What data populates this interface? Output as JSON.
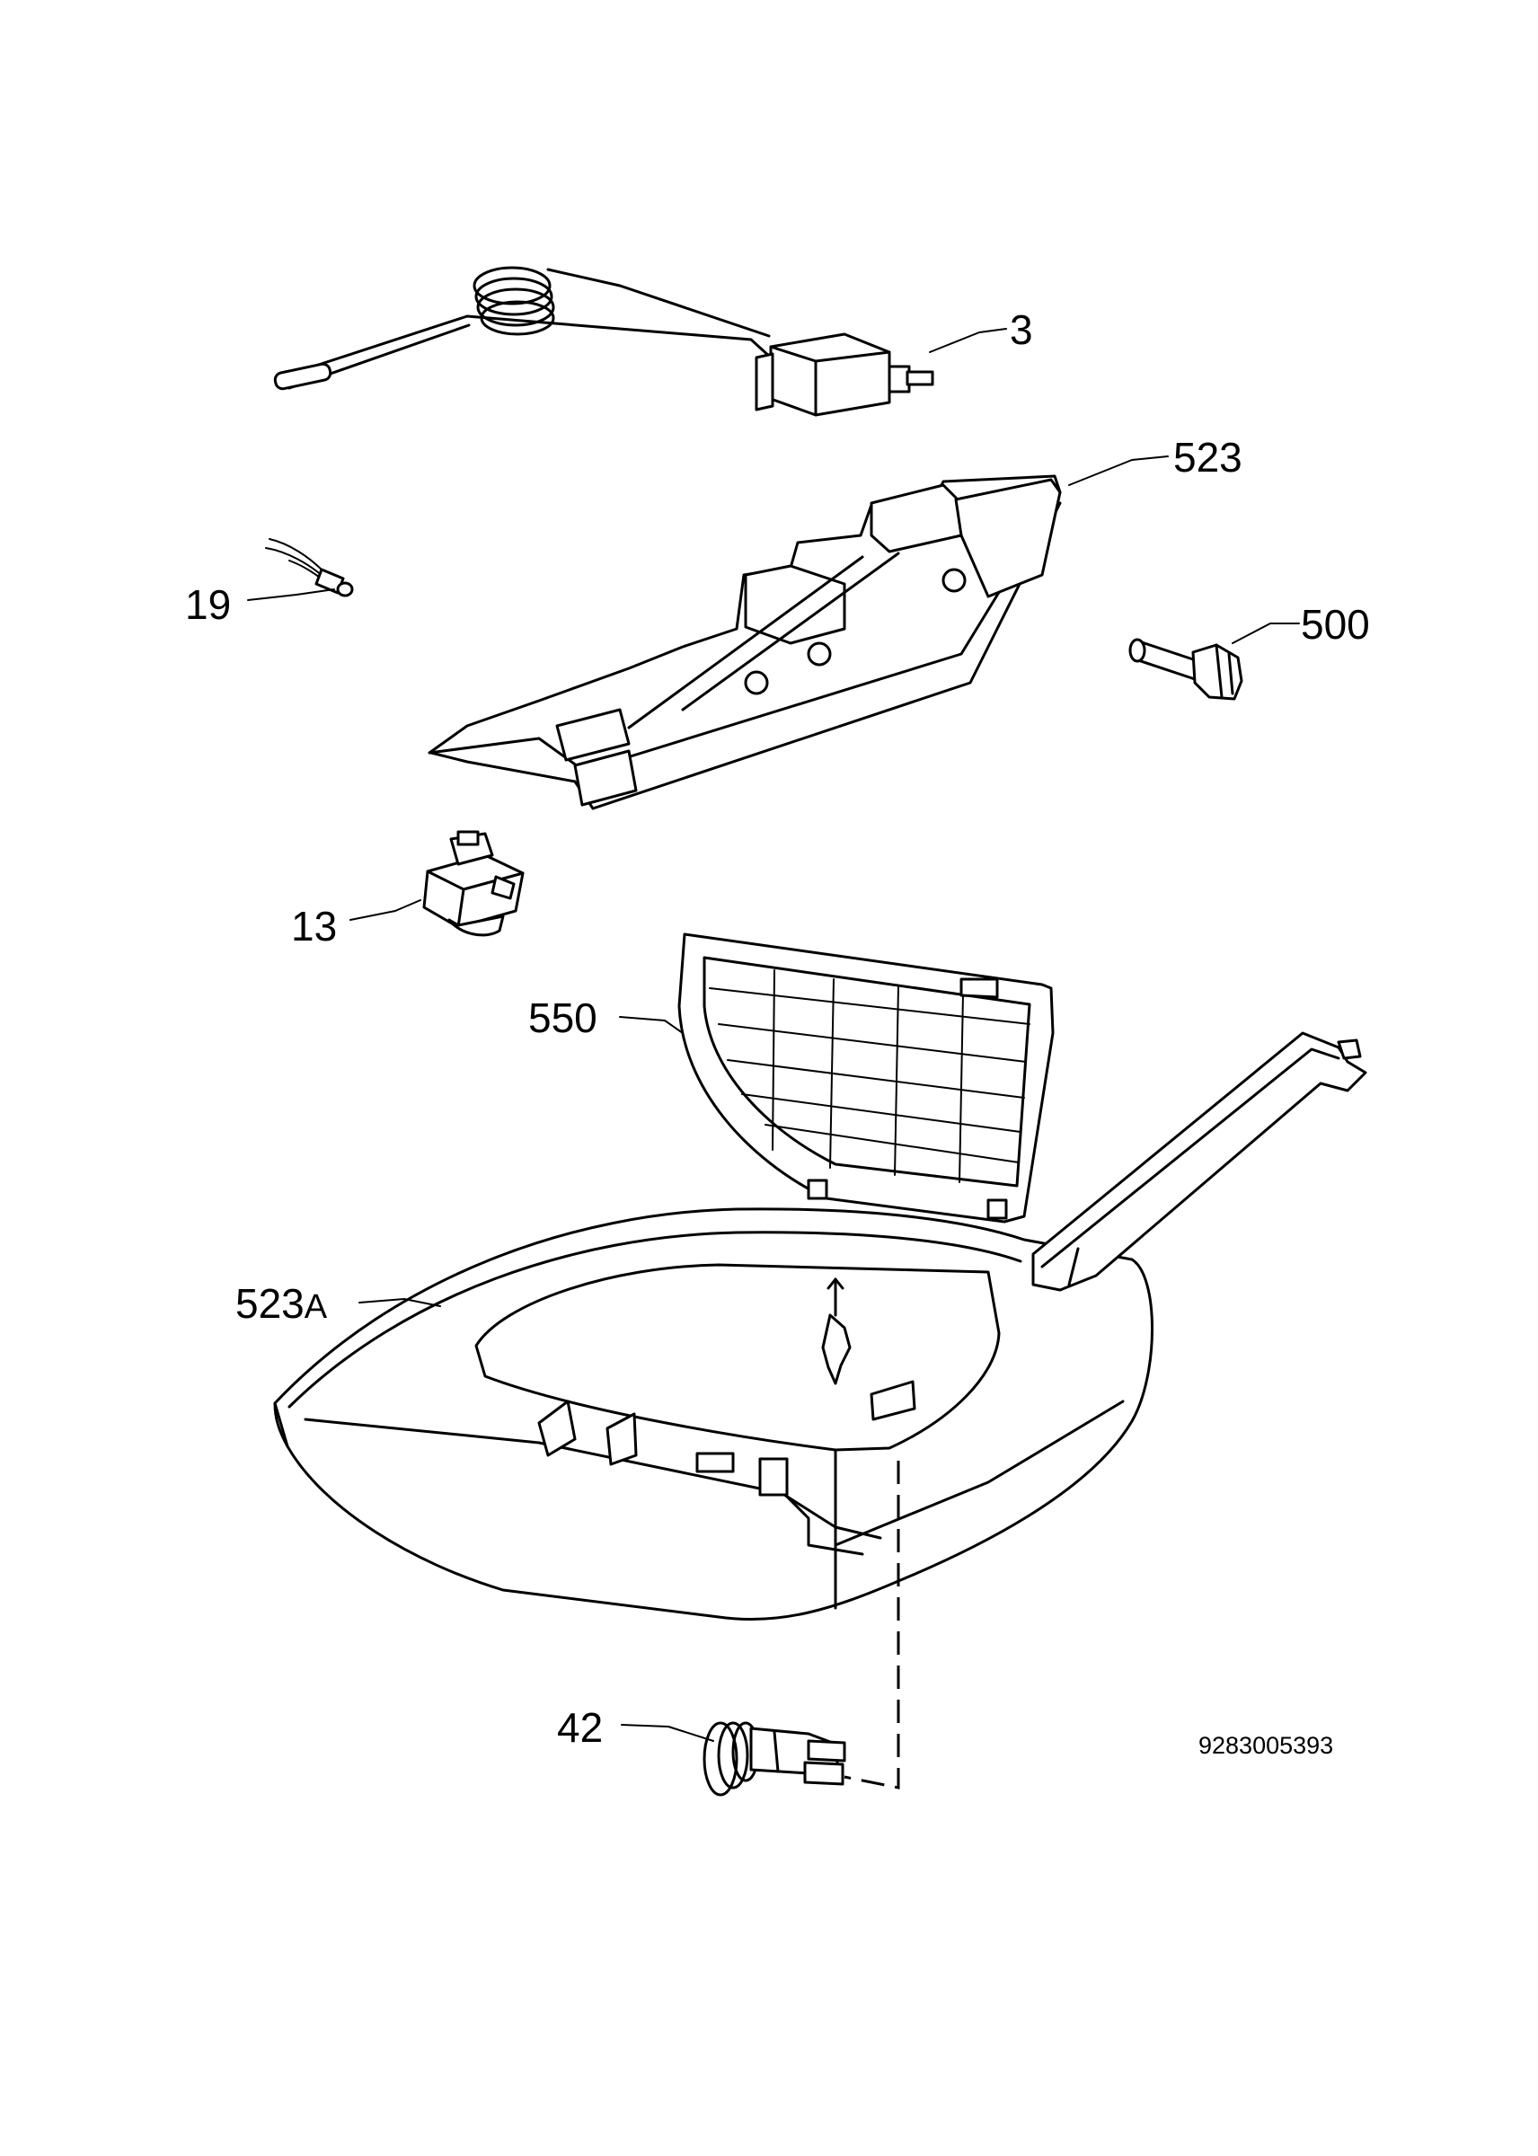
{
  "callouts": {
    "c3": "3",
    "c523": "523",
    "c19": "19",
    "c500": "500",
    "c13": "13",
    "c550": "550",
    "c523a_num": "523",
    "c523a_suffix": "A",
    "c42": "42"
  },
  "reference_number": "9283005393",
  "parts": {
    "p3": "thermostat-icon",
    "p523": "lamp-housing-bracket-icon",
    "p19": "wire-connector-icon",
    "p500": "push-rivet-icon",
    "p13": "light-switch-icon",
    "p550": "grille-cover-icon",
    "p523a": "lamp-cover-housing-icon",
    "p42": "lamp-holder-icon"
  }
}
